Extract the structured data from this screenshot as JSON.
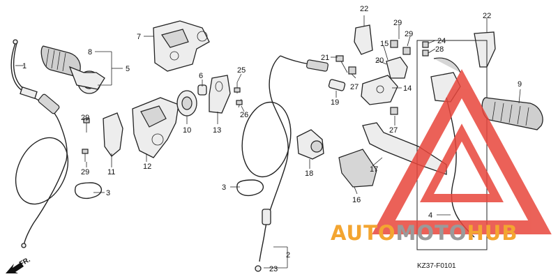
{
  "diagram_code": "KZ37-F0101",
  "direction_label": "FR.",
  "watermark": {
    "text_part1": "AUTO",
    "text_part2": "MOTO",
    "text_part3": "HUB",
    "color_orange": "#f3a531",
    "color_gray": "#9a9a9a",
    "color_red": "#e8463c"
  },
  "labels": {
    "l1": "1",
    "l2": "2",
    "l3a": "3",
    "l3b": "3",
    "l4": "4",
    "l5": "5",
    "l6": "6",
    "l7": "7",
    "l8": "8",
    "l9": "9",
    "l10": "10",
    "l11": "11",
    "l12": "12",
    "l13": "13",
    "l14": "14",
    "l15": "15",
    "l16": "16",
    "l17": "17",
    "l18": "18",
    "l19": "19",
    "l20": "20",
    "l21": "21",
    "l22a": "22",
    "l22b": "22",
    "l23": "23",
    "l24": "24",
    "l25": "25",
    "l26": "26",
    "l27a": "27",
    "l27b": "27",
    "l28": "28",
    "l29a": "29",
    "l29b": "29",
    "l29c": "29",
    "l29d": "29"
  }
}
